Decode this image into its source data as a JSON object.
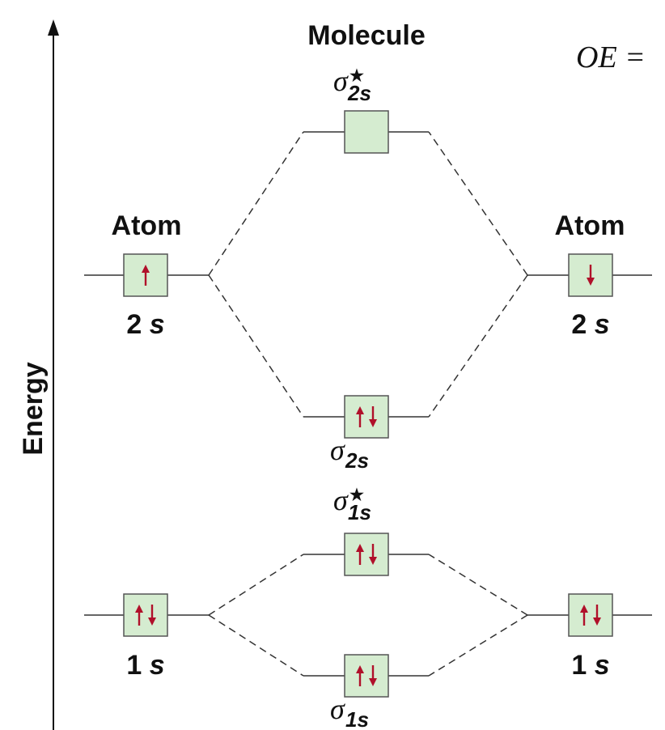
{
  "labels": {
    "molecule": "Molecule",
    "atom_left": "Atom",
    "atom_right": "Atom",
    "energy": "Energy",
    "oe": "OE ="
  },
  "orbitals": [
    {
      "id": "left-2s",
      "label": "2s",
      "electrons": [
        "up"
      ]
    },
    {
      "id": "right-2s",
      "label": "2s",
      "electrons": [
        "down"
      ]
    },
    {
      "id": "sigma-2s-star",
      "label": "σ",
      "sub": "2s",
      "star": "★",
      "electrons": []
    },
    {
      "id": "sigma-2s",
      "label": "σ",
      "sub": "2s",
      "star": "",
      "electrons": [
        "up",
        "down"
      ]
    },
    {
      "id": "sigma-1s-star",
      "label": "σ",
      "sub": "1s",
      "star": "★",
      "electrons": [
        "up",
        "down"
      ]
    },
    {
      "id": "left-1s",
      "label": "1s",
      "electrons": [
        "up",
        "down"
      ]
    },
    {
      "id": "right-1s",
      "label": "1s",
      "electrons": [
        "up",
        "down"
      ]
    },
    {
      "id": "sigma-1s",
      "label": "σ",
      "sub": "1s",
      "star": "",
      "electrons": [
        "up",
        "down"
      ]
    }
  ],
  "colors": {
    "box_fill": "#d5ecd0",
    "electron_arrow": "#b0102a"
  }
}
